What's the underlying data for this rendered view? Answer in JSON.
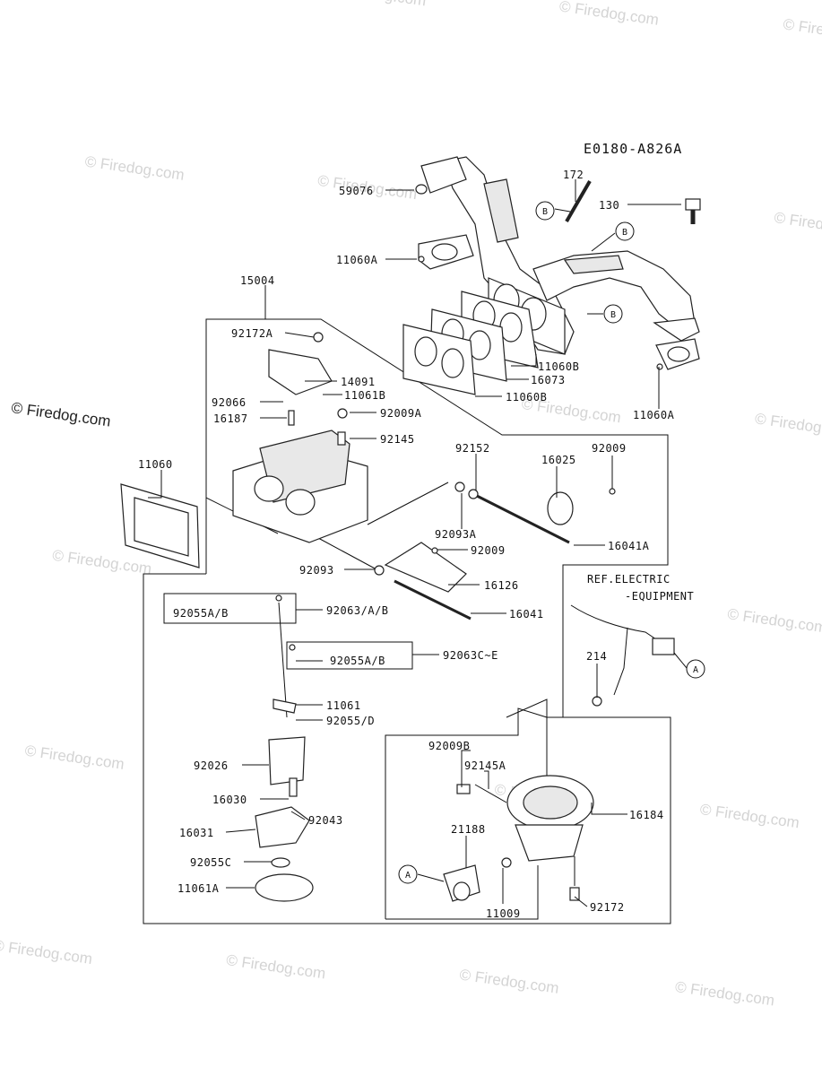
{
  "diagram": {
    "code": "E0180-A826A",
    "watermark": "© Firedog.com",
    "watermark_feature": "© Firedog.com",
    "ref_electric": "REF.ELECTRIC",
    "equipment": "-EQUIPMENT",
    "labels": {
      "p172": "172",
      "p59076": "59076",
      "p130": "130",
      "p11060A_1": "11060A",
      "p15004": "15004",
      "p92172A": "92172A",
      "p11060B_1": "11060B",
      "p16073": "16073",
      "p14091": "14091",
      "p11061B": "11061B",
      "p11060B_2": "11060B",
      "p92066": "92066",
      "p11060A_2": "11060A",
      "p92009A": "92009A",
      "p16187": "16187",
      "p92145": "92145",
      "p92152": "92152",
      "p92009": "92009",
      "p11060": "11060",
      "p16025": "16025",
      "p92093A": "92093A",
      "p16041A": "16041A",
      "p92009_2": "92009",
      "p92093": "92093",
      "p16126": "16126",
      "p92055AB_1": "92055A/B",
      "p92063AB": "92063/A/B",
      "p16041": "16041",
      "p92055AB_2": "92055A/B",
      "p92063CE": "92063C~E",
      "p214": "214",
      "p11061": "11061",
      "p92055D": "92055/D",
      "p92009B": "92009B",
      "p92145A": "92145A",
      "p92026": "92026",
      "p16184": "16184",
      "p16030": "16030",
      "p92043": "92043",
      "p21188": "21188",
      "p16031": "16031",
      "p92055C": "92055C",
      "p11009": "11009",
      "p11061A": "11061A",
      "p92172": "92172"
    },
    "callouts": {
      "a": "A",
      "b": "B"
    }
  }
}
